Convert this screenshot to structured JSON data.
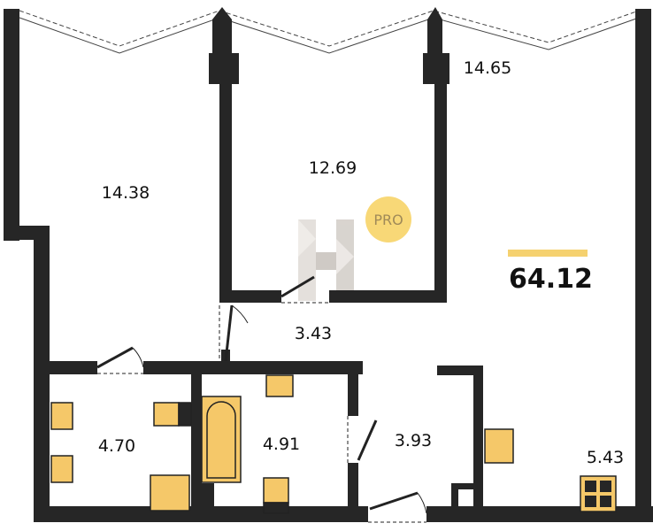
{
  "plan": {
    "total_area": "64.12",
    "badge": "PRO",
    "logo_letter": "H",
    "rooms": [
      {
        "name": "room-left",
        "area": "14.38"
      },
      {
        "name": "room-center",
        "area": "12.69"
      },
      {
        "name": "room-right",
        "area": "14.65"
      },
      {
        "name": "hallway",
        "area": "3.43"
      },
      {
        "name": "bathroom-left",
        "area": "4.70"
      },
      {
        "name": "bathroom-bath",
        "area": "4.91"
      },
      {
        "name": "entrance",
        "area": "3.93"
      },
      {
        "name": "kitchen",
        "area": "5.43"
      }
    ],
    "colors": {
      "wall": "#262626",
      "fixture": "#f5c869",
      "accent": "#f5d16f"
    }
  }
}
